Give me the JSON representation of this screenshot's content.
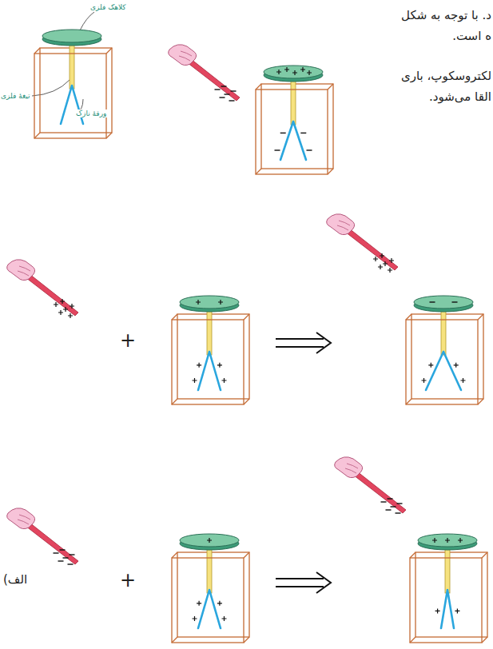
{
  "diagram": {
    "labels": [
      "کلاهک فلزی",
      "تیغهٔ فلزی",
      "ورقهٔ نازک",
      "د. با توجه به شکل",
      "ه است.",
      "لکتروسکوپ، باری",
      "القا می‌شود.",
      "+",
      "+",
      "(الف"
    ]
  }
}
